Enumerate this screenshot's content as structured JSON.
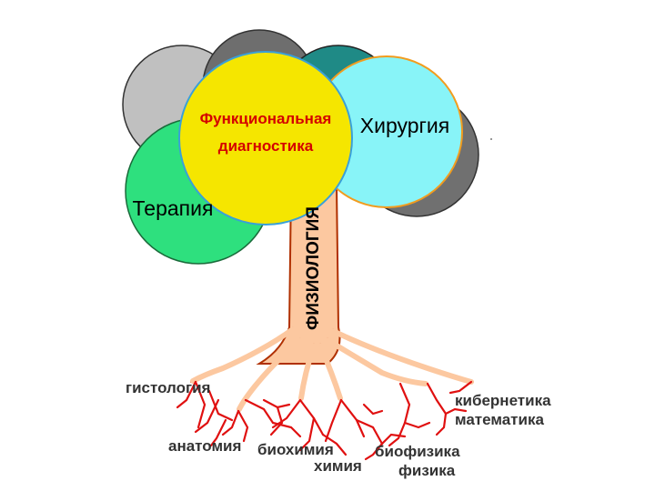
{
  "crown": {
    "functional": {
      "line1": "Функциональная",
      "line2": "диагностика",
      "color": "#f5e600",
      "text_color": "#d40000"
    },
    "surgery": {
      "label": "Хирургия",
      "color": "#88f4f8"
    },
    "therapy": {
      "label": "Терапия",
      "color": "#2ee07e"
    },
    "back_colors": {
      "light_gray": "#c0c0c0",
      "dark_gray": "#6e6e6e",
      "teal": "#1f8a86"
    }
  },
  "trunk": {
    "label": "ФИЗИОЛОГИЯ",
    "color": "#fcc8a0",
    "outline": "#b03000"
  },
  "roots": {
    "color": "#e01010",
    "labels": {
      "histology": "гистология",
      "anatomy": "анатомия",
      "biochemistry": "биохимия",
      "chemistry": "химия",
      "biophysics": "биофизика",
      "physics": "физика",
      "cybernetics": "кибернетика",
      "mathematics": "математика"
    }
  }
}
